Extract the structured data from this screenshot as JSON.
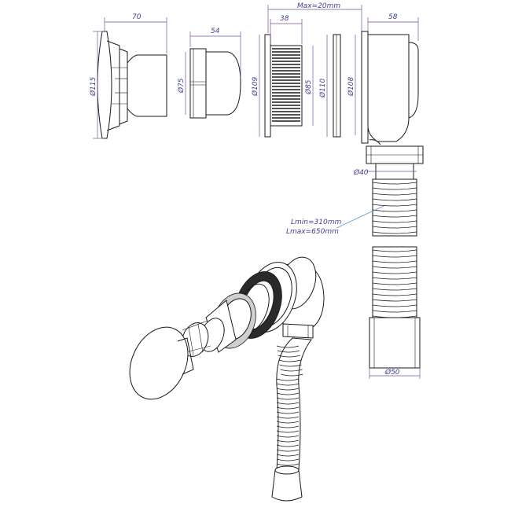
{
  "parts": {
    "cap": {
      "width_label": "70",
      "diameter_label": "Ø115"
    },
    "sleeve": {
      "width_label": "54",
      "diameter_label": "Ø75"
    },
    "threaded_nut": {
      "width_label": "38",
      "outer_diameter_label": "Ø109",
      "inner_diameter_label": "Ø85"
    },
    "gasket": {
      "diameter_label": "Ø110"
    },
    "elbow_body": {
      "width_label": "58",
      "diameter_label": "Ø108",
      "max_label": "Max=20mm"
    },
    "hose": {
      "inlet_diameter_label": "Ø40",
      "length_min_label": "Lmin=310mm",
      "length_max_label": "Lmax=650mm",
      "outlet_diameter_label": "Ø50"
    }
  },
  "colors": {
    "dimension": "#7a4fa0",
    "leader": "#5b8fd0",
    "text": "#3f3f8f",
    "line": "#1a1a1a"
  }
}
